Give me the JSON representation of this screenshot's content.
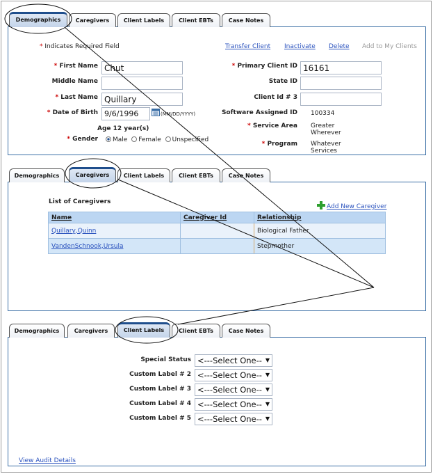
{
  "tabs": {
    "demographics": "Demographics",
    "caregivers": "Caregivers",
    "client_labels": "Client Labels",
    "client_ebts": "Client EBTs",
    "case_notes": "Case Notes"
  },
  "demographics": {
    "required_note": "Indicates Required Field",
    "actions": {
      "transfer": "Transfer Client",
      "inactivate": "Inactivate",
      "delete": "Delete",
      "add_to_my_clients": "Add to My Clients"
    },
    "first_name_label": "First Name",
    "first_name_value": "Chut",
    "middle_name_label": "Middle Name",
    "middle_name_value": "",
    "last_name_label": "Last Name",
    "last_name_value": "Quillary",
    "dob_label": "Date of Birth",
    "dob_value": "9/6/1996",
    "dob_format": "(MM/DD/YYYY)",
    "age_text": "Age 12 year(s)",
    "gender_label": "Gender",
    "gender_options": [
      "Male",
      "Female",
      "Unspecified"
    ],
    "gender_selected": "Male",
    "primary_client_id_label": "Primary Client ID",
    "primary_client_id_value": "16161",
    "state_id_label": "State ID",
    "state_id_value": "",
    "client_id3_label": "Client Id # 3",
    "client_id3_value": "",
    "software_id_label": "Software Assigned ID",
    "software_id_value": "100334",
    "service_area_label": "Service Area",
    "service_area_line1": "Greater",
    "service_area_line2": "Wherever",
    "program_label": "Program",
    "program_line1": "Whatever",
    "program_line2": "Services"
  },
  "caregivers": {
    "list_title": "List of Caregivers",
    "add_new": "Add New Caregiver",
    "headers": [
      "Name",
      "Caregiver Id",
      "Relationship"
    ],
    "rows": [
      {
        "name": "Quillary,Quinn",
        "id": "",
        "relationship": "Biological Father"
      },
      {
        "name": "VandenSchnook,Ursula",
        "id": "",
        "relationship": "Stepmother"
      }
    ]
  },
  "client_labels": {
    "fields": [
      {
        "label": "Special Status",
        "value": "<---Select One--"
      },
      {
        "label": "Custom Label # 2",
        "value": "<---Select One--"
      },
      {
        "label": "Custom Label # 3",
        "value": "<---Select One--"
      },
      {
        "label": "Custom Label # 4",
        "value": "<---Select One--"
      },
      {
        "label": "Custom Label # 5",
        "value": "<---Select One--"
      }
    ],
    "audit_link": "View Audit Details"
  },
  "colors": {
    "tab_accent": "#1f4e8c",
    "panel_border": "#3a6ea5",
    "link": "#2a52be",
    "required": "#cc0000",
    "table_header": "#bcd6f2"
  }
}
